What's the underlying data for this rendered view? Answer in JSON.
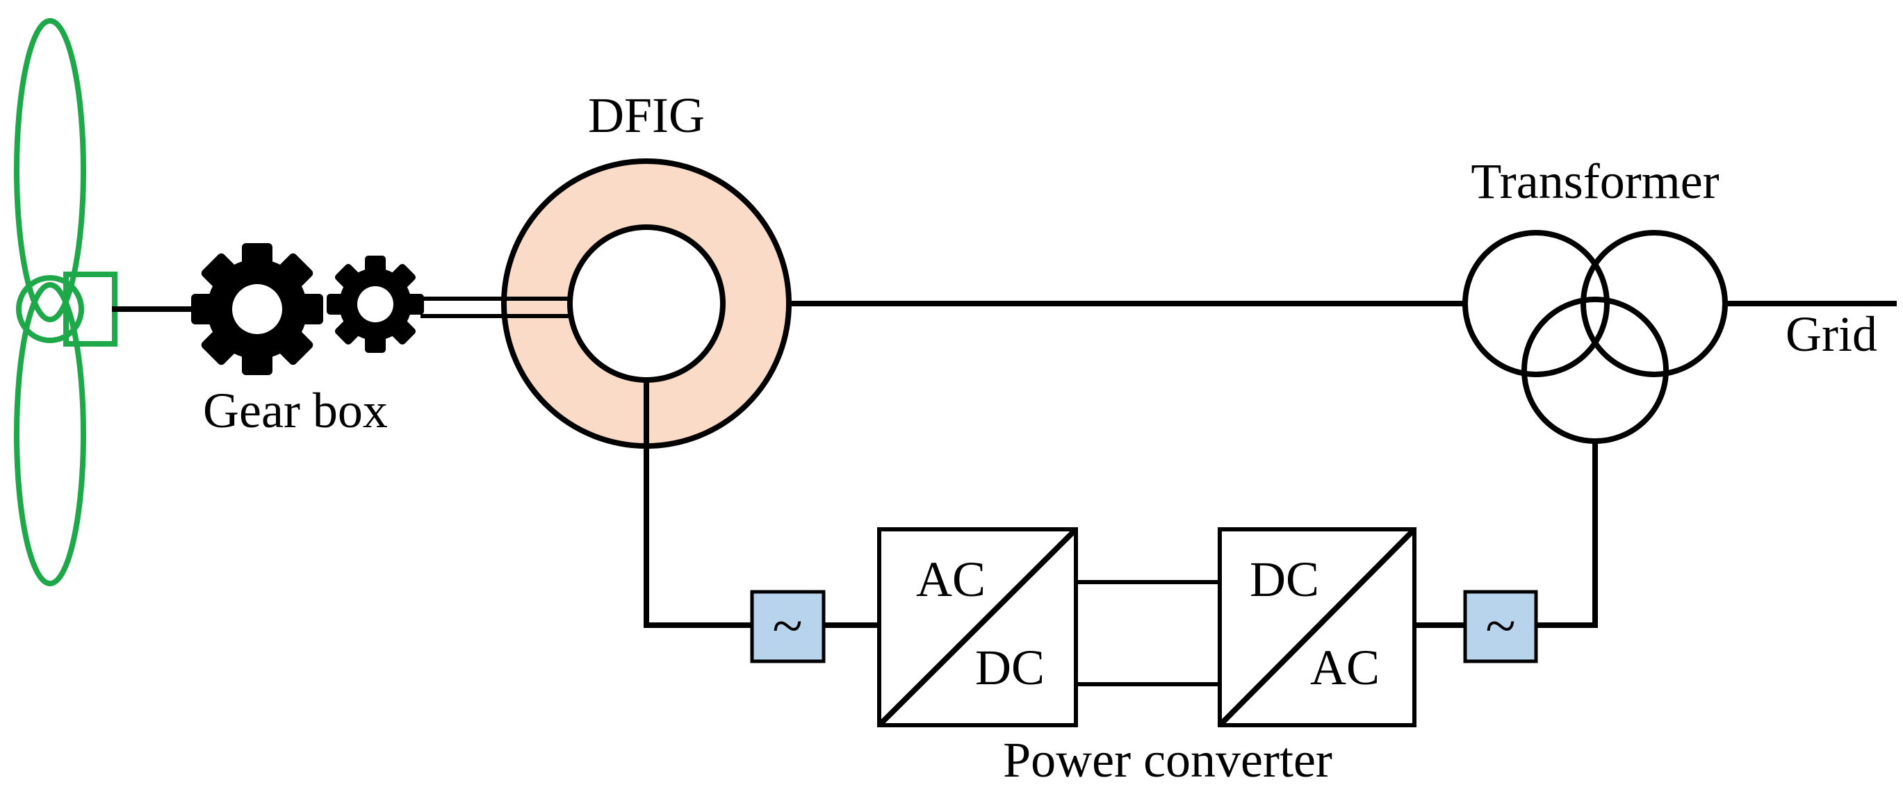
{
  "labels": {
    "dfig": "DFIG",
    "gearbox": "Gear box",
    "transformer": "Transformer",
    "grid": "Grid",
    "converter_title": "Power converter",
    "rsc_top": "AC",
    "rsc_bottom": "DC",
    "gsc_top": "DC",
    "gsc_bottom": "AC",
    "filter_symbol": "~"
  },
  "colors": {
    "turbine": "#1fa84a",
    "generator_fill": "#fadbc8",
    "filter_fill": "#b8d4ec",
    "line": "#000000"
  }
}
